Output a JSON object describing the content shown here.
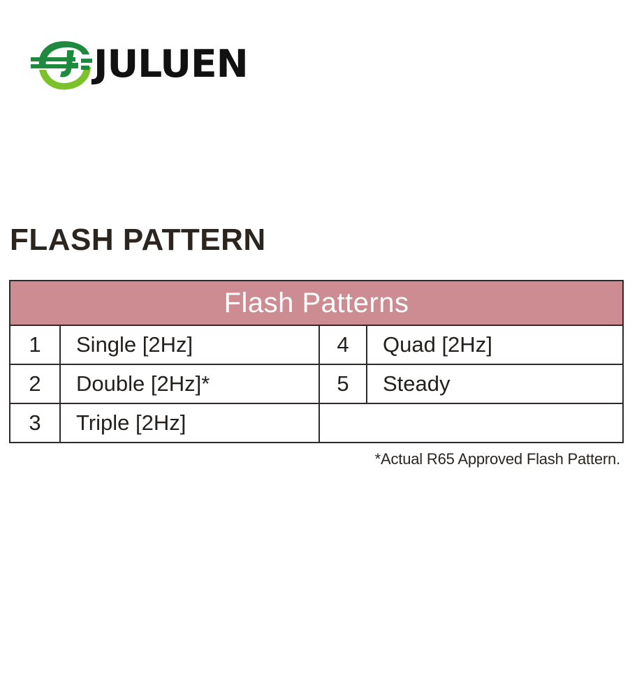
{
  "brand": {
    "name": "JULUEN",
    "green": "#6fb72a",
    "dark_green": "#1e7a3c",
    "icon": "juluen-logo-icon"
  },
  "page_title": "FLASH PATTERN",
  "table": {
    "header": "Flash Patterns",
    "header_color": "#cc8c91",
    "rows": [
      {
        "left": {
          "num": "1",
          "name": "Single [2Hz]"
        },
        "right": {
          "num": "4",
          "name": "Quad [2Hz]"
        }
      },
      {
        "left": {
          "num": "2",
          "name": "Double [2Hz]*"
        },
        "right": {
          "num": "5",
          "name": "Steady"
        }
      },
      {
        "left": {
          "num": "3",
          "name": "Triple [2Hz]"
        },
        "right": {
          "num": "",
          "name": ""
        }
      }
    ]
  },
  "footnote": "*Actual R65 Approved Flash Pattern."
}
